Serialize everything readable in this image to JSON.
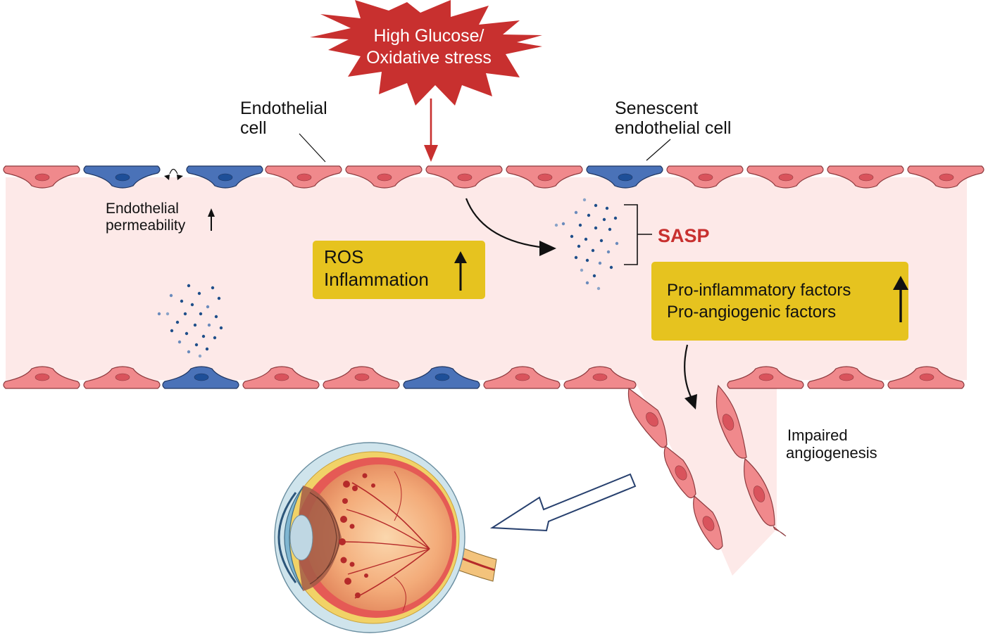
{
  "stress": {
    "line1": "High Glucose/",
    "line2": "Oxidative stress"
  },
  "labels": {
    "endothelial_cell": {
      "line1": "Endothelial",
      "line2": "cell"
    },
    "senescent_cell": {
      "line1": "Senescent",
      "line2": "endothelial cell"
    },
    "permeability": {
      "line1": "Endothelial",
      "line2": "permeability"
    },
    "sasp": "SASP",
    "angiogenesis": {
      "line1": "Impaired",
      "line2": "angiogenesis"
    }
  },
  "box_ros": {
    "line1": "ROS",
    "line2": "Inflammation"
  },
  "box_factors": {
    "line1": "Pro-inflammatory factors",
    "line2": "Pro-angiogenic factors"
  },
  "colors": {
    "normal_cell": "#f0898c",
    "senescent_cell": "#4a72b8",
    "vessel_lumen": "#fde9e8",
    "burst": "#c8302f",
    "highlight_box": "#e6c31f",
    "sasp_text": "#c8302f",
    "particle": "#1f4f8a"
  },
  "icons": {
    "increase_arrow": "up-arrow-icon",
    "stress_arrow": "down-arrow-icon",
    "flow_arrow": "curved-arrow-icon",
    "pointer_arrow": "hollow-arrow-icon",
    "eye": "eye-anatomy-icon"
  }
}
